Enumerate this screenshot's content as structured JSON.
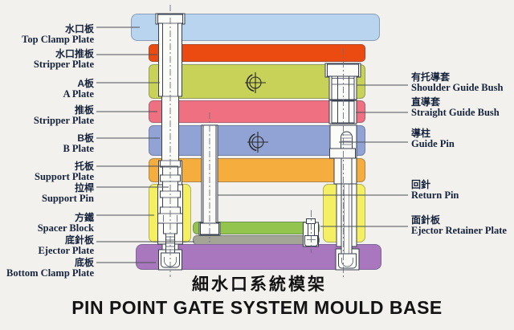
{
  "title": {
    "cn": "細水口系統模架",
    "en": "PIN POINT GATE SYSTEM MOULD BASE"
  },
  "labels_left": [
    {
      "cn": "水口板",
      "en": "Top Clamp Plate"
    },
    {
      "cn": "水口推板",
      "en": "Stripper Plate"
    },
    {
      "cn": "A板",
      "en": "A Plate"
    },
    {
      "cn": "推板",
      "en": "Stripper Plate"
    },
    {
      "cn": "B板",
      "en": "B Plate"
    },
    {
      "cn": "托板",
      "en": "Support Plate"
    },
    {
      "cn": "拉桿",
      "en": "Support Pin"
    },
    {
      "cn": "方鐵",
      "en": "Spacer Block"
    },
    {
      "cn": "底針板",
      "en": "Ejector Plate"
    },
    {
      "cn": "底板",
      "en": "Bottom Clamp Plate"
    }
  ],
  "labels_right": [
    {
      "cn": "有托導套",
      "en": "Shoulder Guide Bush"
    },
    {
      "cn": "直導套",
      "en": "Straight Guide Bush"
    },
    {
      "cn": "導柱",
      "en": "Guide Pin"
    },
    {
      "cn": "回針",
      "en": "Return Pin"
    },
    {
      "cn": "面針板",
      "en": "Ejector Retainer Plate"
    }
  ],
  "colors": {
    "background": "#f2f1ed",
    "top_clamp_plate": "#b9d4ee",
    "stripper_plate_top": "#eb4a10",
    "a_plate": "#c9d258",
    "stripper_plate": "#ef7181",
    "b_plate": "#91a3d4",
    "support_plate": "#f5ae3d",
    "spacer_block": "#f4ef63",
    "ejector_retainer_plate": "#93c44d",
    "ejector_plate": "#a4a497",
    "bottom_clamp_plate": "#a877bd",
    "leader_line": "#4c5158",
    "label_text": "#16233c"
  }
}
